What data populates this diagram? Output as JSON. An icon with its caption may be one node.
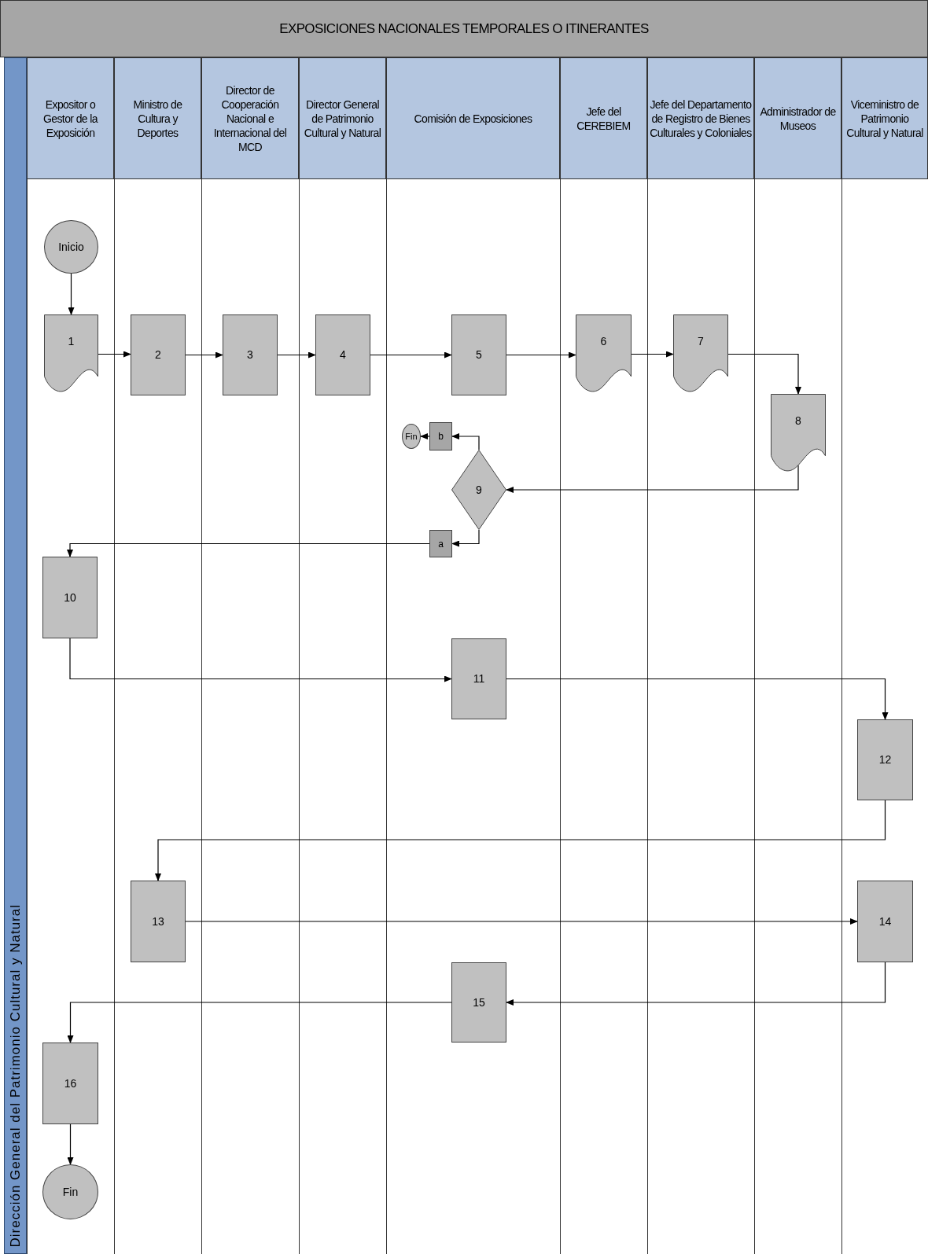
{
  "diagram": {
    "title": "EXPOSICIONES NACIONALES TEMPORALES O ITINERANTES",
    "nodes": [
      {
        "text": [
          "Dirección General del Patrimonio Cultural y Natural"
        ]
      },
      {
        "text": [
          "Expositor o Gestor de la Exposición"
        ]
      },
      {
        "text": [
          "Ministro de Cultura y Deportes"
        ]
      },
      {
        "text": [
          "Director de Cooperación Nacional e Internacional del MCD"
        ]
      },
      {
        "text": [
          "Director General de Patrimonio Cultural y Natural"
        ]
      },
      {
        "text": [
          "Comisión de Exposiciones"
        ]
      },
      {
        "text": [
          "Jefe del CEREBIEM"
        ]
      },
      {
        "text": [
          "Jefe del Departamento de Registro de Bienes Culturales y Coloniales"
        ]
      },
      {
        "text": [
          "Administrador de Museos"
        ]
      },
      {
        "text": [
          "Viceministro de Patrimonio Cultural y Natural"
        ]
      },
      {
        "text": [
          "Inicio"
        ]
      },
      {
        "text": [
          "1"
        ]
      },
      {
        "text": [
          "2"
        ]
      },
      {
        "text": [
          "3"
        ]
      },
      {
        "text": [
          "4"
        ]
      },
      {
        "text": [
          "5"
        ]
      },
      {
        "text": [
          "6"
        ]
      },
      {
        "text": [
          "7"
        ]
      },
      {
        "text": [
          "8"
        ]
      },
      {
        "text": [
          "Fin"
        ]
      },
      {
        "text": [
          "b"
        ]
      },
      {
        "text": [
          "9"
        ]
      },
      {
        "text": [
          "a"
        ]
      },
      {
        "text": [
          "10"
        ]
      },
      {
        "text": [
          "11"
        ]
      },
      {
        "text": [
          "12"
        ]
      },
      {
        "text": [
          "13"
        ]
      },
      {
        "text": [
          "14"
        ]
      },
      {
        "text": [
          "15"
        ]
      },
      {
        "text": [
          "16"
        ]
      },
      {
        "text": [
          "Fin"
        ]
      }
    ],
    "edges": [
      {
        "from": 10,
        "to": 11,
        "arrow": "to"
      },
      {
        "from": 11,
        "to": 12,
        "arrow": "to"
      },
      {
        "from": 12,
        "to": 13,
        "arrow": "to"
      },
      {
        "from": 13,
        "to": 14,
        "arrow": "to"
      },
      {
        "from": 14,
        "to": 15,
        "arrow": "to"
      },
      {
        "from": 15,
        "to": 16,
        "arrow": "to"
      },
      {
        "from": 16,
        "to": 17,
        "arrow": "to"
      },
      {
        "from": 17,
        "to": 18,
        "arrow": "to"
      },
      {
        "from": 18,
        "to": 21,
        "arrow": "to"
      },
      {
        "from": 21,
        "to": 20,
        "arrow": "to"
      },
      {
        "from": 20,
        "to": 19,
        "arrow": "to"
      },
      {
        "from": 21,
        "to": 22,
        "arrow": "to"
      },
      {
        "from": 22,
        "to": 23,
        "arrow": "to"
      },
      {
        "from": 23,
        "to": 24,
        "arrow": "to"
      },
      {
        "from": 24,
        "to": 25,
        "arrow": "to"
      },
      {
        "from": 25,
        "to": 26,
        "arrow": "to"
      },
      {
        "from": 26,
        "to": 27,
        "arrow": "to"
      },
      {
        "from": 27,
        "to": 28,
        "arrow": "to"
      },
      {
        "from": 28,
        "to": 29,
        "arrow": "to"
      },
      {
        "from": 29,
        "to": 30,
        "arrow": "to"
      }
    ]
  }
}
